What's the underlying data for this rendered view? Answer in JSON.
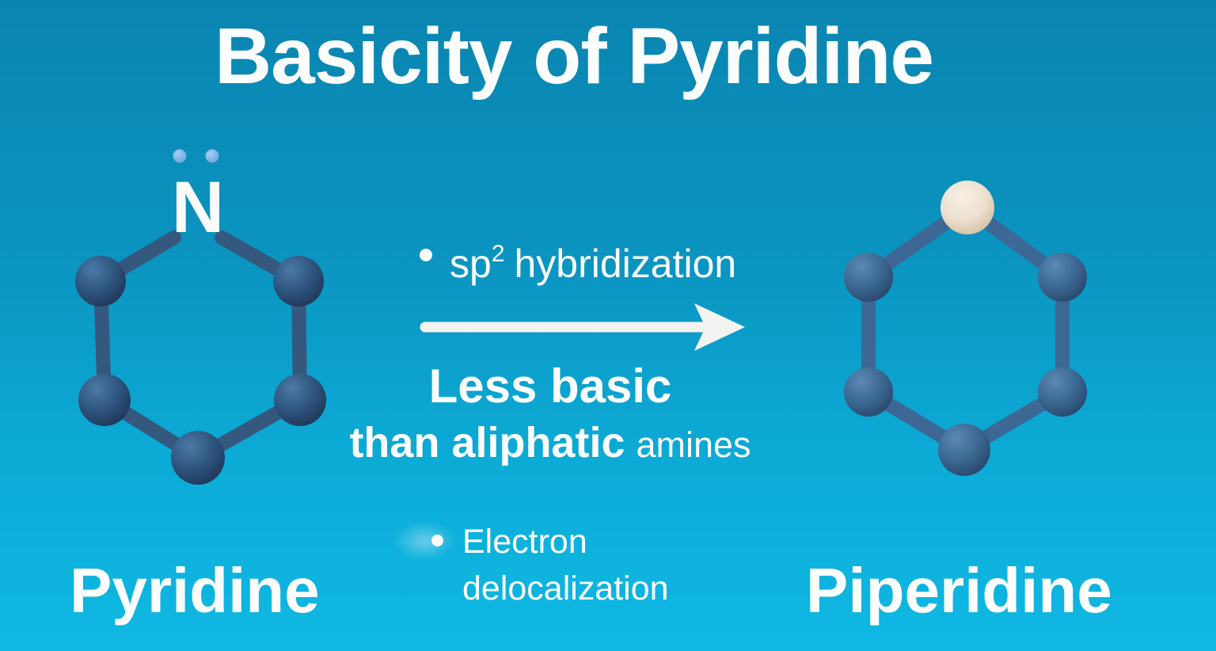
{
  "title": "Basicity of Pyridine",
  "molecules": {
    "left": {
      "label": "Pyridine",
      "heteroatom_symbol": "N",
      "lone_pair_icon": "lone-pair-dots-icon"
    },
    "right": {
      "label": "Piperidine",
      "nh_atom_icon": "nh-sphere-icon"
    }
  },
  "annotations": {
    "bullet1": {
      "bullet_icon": "bullet-dot-icon",
      "prefix": "sp",
      "superscript": "2",
      "rest": "hybridization"
    },
    "arrow_icon": "right-arrow-icon",
    "center_line1": "Less basic",
    "center_line2_main": "than aliphatic",
    "center_line2_tail": "amines",
    "bullet2": {
      "bullet_icon": "bullet-dot-icon",
      "line1": "Electron",
      "line2": "delocalization"
    }
  },
  "colors": {
    "background_top": "#0a85b0",
    "background_bottom": "#0fb8e3",
    "text": "#fcfdfd",
    "pyridine_atom": "#2f5680",
    "pyridine_bond": "#35587e",
    "piperidine_atom": "#3d6a94",
    "piperidine_bond": "#3d6795",
    "nh_atom": "#ecdfcd",
    "lone_pair": "#7fb2e8",
    "arrow": "#f3f4f2"
  }
}
